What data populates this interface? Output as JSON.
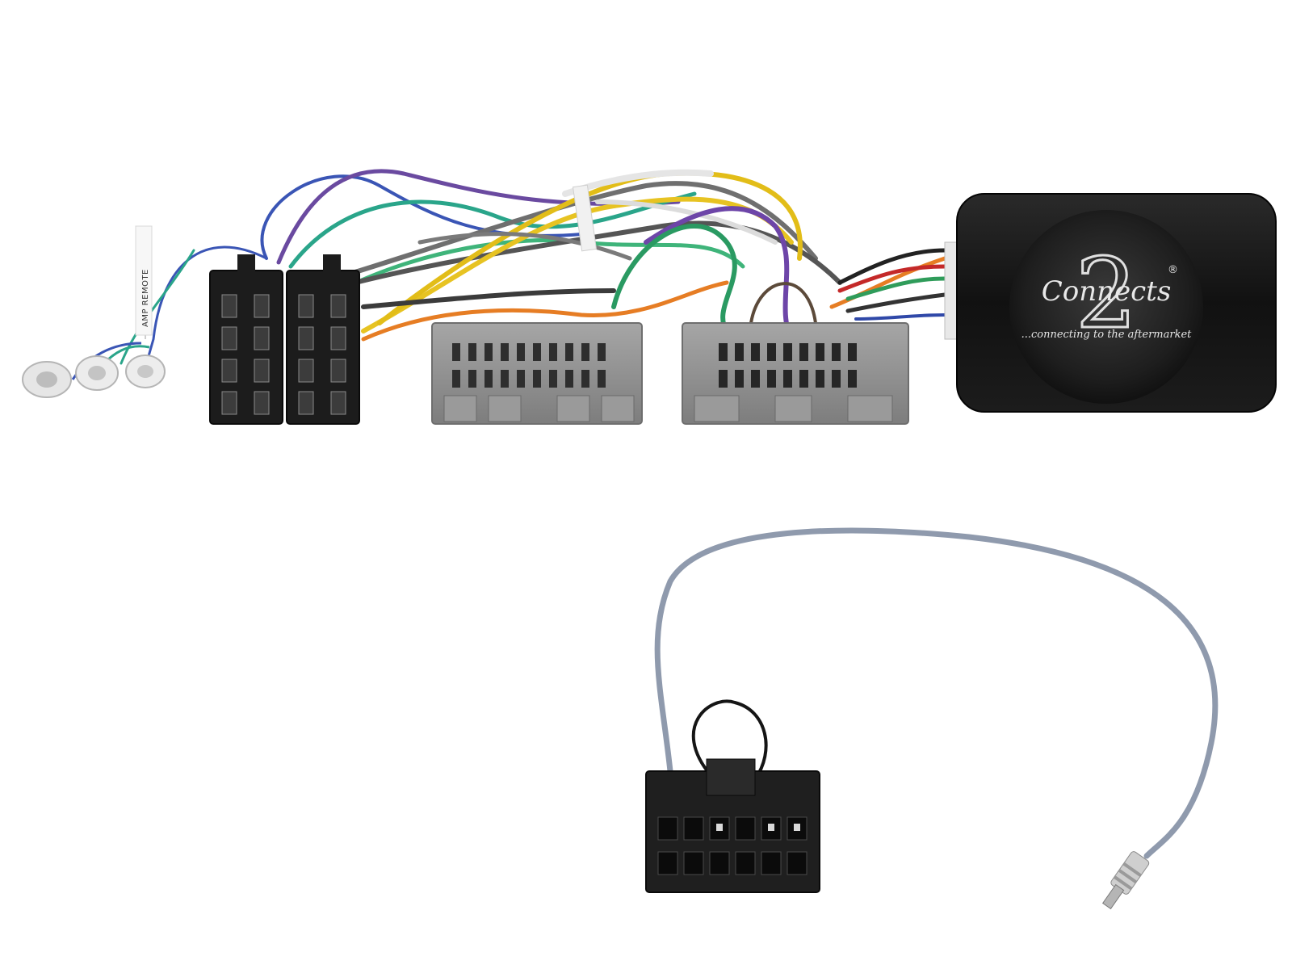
{
  "label_flag": {
    "text": "AMP REMOTE"
  },
  "interface_box": {
    "brand_word": "Connects",
    "brand_number": "2",
    "registered_mark": "®",
    "tagline": "...connecting to the aftermarket"
  },
  "colors": {
    "background": "#ffffff",
    "module_body": "#141414",
    "grey_connector": "#8e8e8e",
    "iso_connector": "#1c1c1c",
    "antenna_cable": "#8f9aad"
  }
}
